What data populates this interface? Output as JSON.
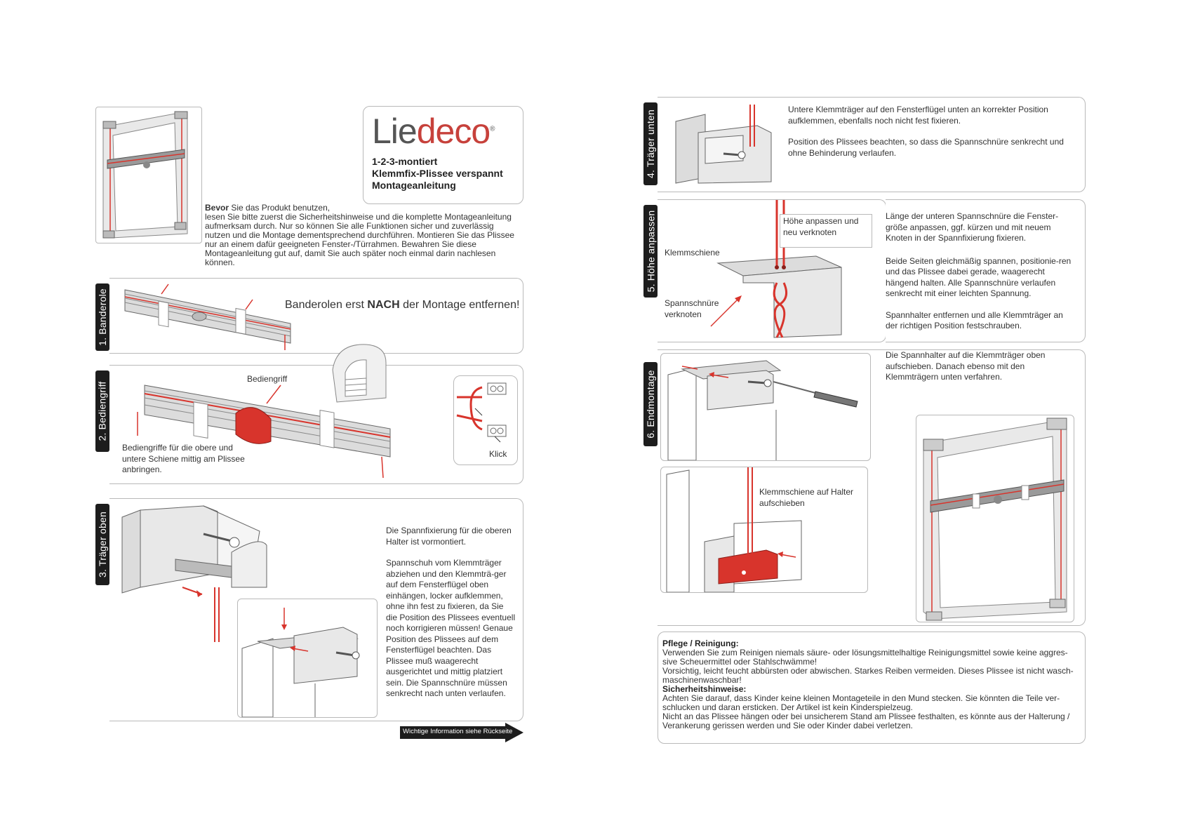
{
  "brand": {
    "logo_prefix": "Lie",
    "logo_suffix": "deco",
    "registered": "®"
  },
  "header": {
    "line1": "1-2-3-montiert",
    "line2": "Klemmfix-Plissee verspannt",
    "line3": "Montageanleitung"
  },
  "intro": {
    "bold": "Bevor",
    "rest": " Sie das Produkt benutzen,",
    "body": "lesen Sie bitte zuerst die Sicherheitshinweise und die komplette Montageanleitung aufmerksam durch. Nur so können Sie alle Funktionen sicher und zuverlässig nutzen und die Montage dementsprechend durchführen. Montieren Sie das Plissee nur an einem dafür geeigneten Fenster-/Türrahmen. Bewahren Sie diese Montageanleitung gut auf, damit Sie auch später noch einmal darin nachlesen können."
  },
  "steps": {
    "s1": {
      "tab": "1. Banderole",
      "text_before": "Banderolen erst ",
      "text_bold": "NACH",
      "text_after": " der Montage entfernen!"
    },
    "s2": {
      "tab": "2. Bediengriff",
      "label_grip": "Bediengriff",
      "text": "Bediengriffe für die obere und untere Schiene mittig am Plissee anbringen.",
      "label_click": "Klick"
    },
    "s3": {
      "tab": "3. Träger oben",
      "p1": "Die Spannfixierung für die oberen Halter ist vormontiert.",
      "p2": "Spannschuh vom Klemmträger abziehen und den Klemmträ-ger auf dem Fensterflügel oben einhängen, locker aufklemmen, ohne ihn fest zu fixieren, da Sie die Position des Plissees eventuell noch korrigieren müssen! Genaue Position des Plissees auf dem Fensterflügel beachten. Das Plissee muß waagerecht ausgerichtet und mittig platziert sein. Die Spannschnüre müssen senkrecht nach unten verlaufen."
    },
    "s4": {
      "tab": "4. Träger unten",
      "p1": "Untere Klemmträger auf den Fensterflügel unten an korrekter Position aufklemmen, ebenfalls noch nicht fest fixieren.",
      "p2": "Position des Plissees beachten, so dass die Spannschnüre senkrecht und ohne Behinderung verlaufen."
    },
    "s5": {
      "tab": "5. Höhe anpassen",
      "box": "Höhe anpassen und neu verknoten",
      "label_rail": "Klemmschiene",
      "label_cords": "Spannschnüre verknoten",
      "p1": "Länge der unteren Spannschnüre die Fenster-größe anpassen, ggf. kürzen und mit neuem Knoten in der Spannfixierung fixieren.",
      "p2": "Beide Seiten gleichmäßig spannen, positionie-ren und das Plissee dabei gerade, waagerecht hängend halten. Alle Spannschnüre verlaufen senkrecht mit einer leichten Spannung.",
      "p3": "Spannhalter entfernen und alle Klemmträger an der richtigen Position festschrauben."
    },
    "s6": {
      "tab": "6. Endmontage",
      "p1": "Die Spannhalter auf die Klemmträger oben aufschieben. Danach ebenso mit den Klemmträgern unten verfahren.",
      "label_slide": "Klemmschiene auf Halter aufschieben"
    }
  },
  "arrow_note": "Wichtige Information siehe Rückseite",
  "care": {
    "h1": "Pflege / Reinigung:",
    "t1": "Verwenden Sie zum Reinigen niemals säure- oder lösungsmittelhaltige Reinigungsmittel sowie keine aggres-sive Scheuermittel oder Stahlschwämme!",
    "t2": "Vorsichtig, leicht feucht abbürsten oder abwischen. Starkes Reiben vermeiden. Dieses Plissee ist nicht wasch-maschinenwaschbar!",
    "h2": "Sicherheitshinweise:",
    "t3": "Achten Sie darauf, dass Kinder keine kleinen Montageteile in den Mund stecken. Sie könnten die Teile ver-schlucken und daran ersticken. Der Artikel ist kein Kinderspielzeug.",
    "t4": "Nicht an das Plissee hängen oder bei unsicherem Stand am Plissee festhalten, es könnte aus der Halterung / Verankerung gerissen werden und Sie oder Kinder dabei verletzen."
  },
  "colors": {
    "accent": "#d8342c",
    "tab": "#1d1d1d",
    "border": "#b9b9b9"
  }
}
